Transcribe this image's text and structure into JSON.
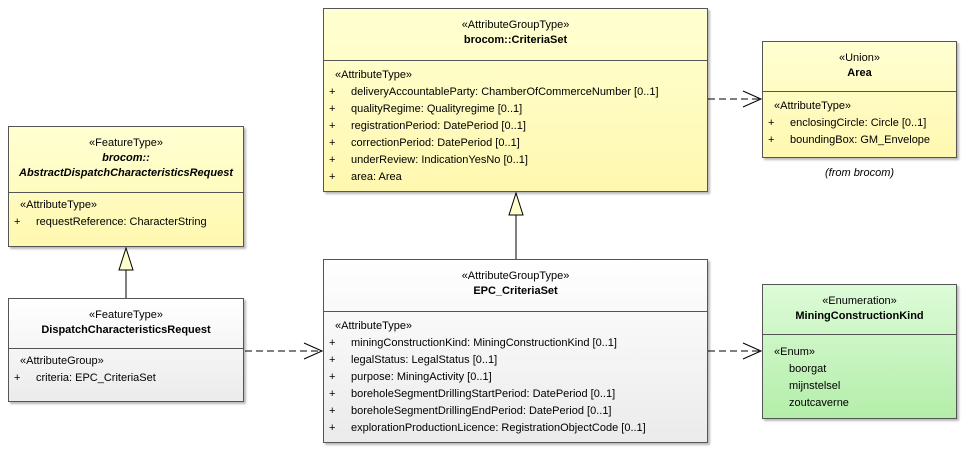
{
  "classes": {
    "abstract_request": {
      "stereotype": "«FeatureType»",
      "name_line1": "brocom::",
      "name_line2": "AbstractDispatchCharacteristicsRequest",
      "section": "«AttributeType»",
      "attributes": [
        {
          "vis": "+",
          "text": "requestReference: CharacterString"
        }
      ]
    },
    "dispatch_request": {
      "stereotype": "«FeatureType»",
      "name": "DispatchCharacteristicsRequest",
      "section": "«AttributeGroup»",
      "attributes": [
        {
          "vis": "+",
          "text": "criteria: EPC_CriteriaSet"
        }
      ]
    },
    "criteria_set": {
      "stereotype": "«AttributeGroupType»",
      "name": "brocom::CriteriaSet",
      "section": "«AttributeType»",
      "attributes": [
        {
          "vis": "+",
          "text": "deliveryAccountableParty: ChamberOfCommerceNumber [0..1]"
        },
        {
          "vis": "+",
          "text": "qualityRegime: Qualityregime [0..1]"
        },
        {
          "vis": "+",
          "text": "registrationPeriod: DatePeriod [0..1]"
        },
        {
          "vis": "+",
          "text": "correctionPeriod: DatePeriod [0..1]"
        },
        {
          "vis": "+",
          "text": "underReview: IndicationYesNo [0..1]"
        },
        {
          "vis": "+",
          "text": "area: Area"
        }
      ]
    },
    "epc_criteria_set": {
      "stereotype": "«AttributeGroupType»",
      "name": "EPC_CriteriaSet",
      "section": "«AttributeType»",
      "attributes": [
        {
          "vis": "+",
          "text": "miningConstructionKind: MiningConstructionKind [0..1]"
        },
        {
          "vis": "+",
          "text": "legalStatus: LegalStatus [0..1]"
        },
        {
          "vis": "+",
          "text": "purpose: MiningActivity [0..1]"
        },
        {
          "vis": "+",
          "text": "boreholeSegmentDrillingStartPeriod: DatePeriod [0..1]"
        },
        {
          "vis": "+",
          "text": "boreholeSegmentDrillingEndPeriod: DatePeriod [0..1]"
        },
        {
          "vis": "+",
          "text": "explorationProductionLicence: RegistrationObjectCode [0..1]"
        }
      ]
    },
    "area": {
      "stereotype": "«Union»",
      "name": "Area",
      "section": "«AttributeType»",
      "attributes": [
        {
          "vis": "+",
          "text": "enclosingCircle: Circle [0..1]"
        },
        {
          "vis": "+",
          "text": "boundingBox: GM_Envelope"
        }
      ],
      "note": "(from brocom)"
    },
    "mining_kind": {
      "stereotype": "«Enumeration»",
      "name": "MiningConstructionKind",
      "section": "«Enum»",
      "literals": [
        "boorgat",
        "mijnstelsel",
        "zoutcaverne"
      ]
    }
  },
  "colors": {
    "yellow_fill": "#fff8b0",
    "white_fill": "#ebebeb",
    "green_fill": "#b4eeaa",
    "border": "#555555"
  },
  "relations": [
    {
      "type": "generalization",
      "from": "dispatch_request",
      "to": "abstract_request"
    },
    {
      "type": "generalization",
      "from": "epc_criteria_set",
      "to": "criteria_set"
    },
    {
      "type": "dependency",
      "from": "dispatch_request",
      "to": "epc_criteria_set"
    },
    {
      "type": "dependency",
      "from": "criteria_set",
      "to": "area"
    },
    {
      "type": "dependency",
      "from": "epc_criteria_set",
      "to": "mining_kind"
    }
  ]
}
